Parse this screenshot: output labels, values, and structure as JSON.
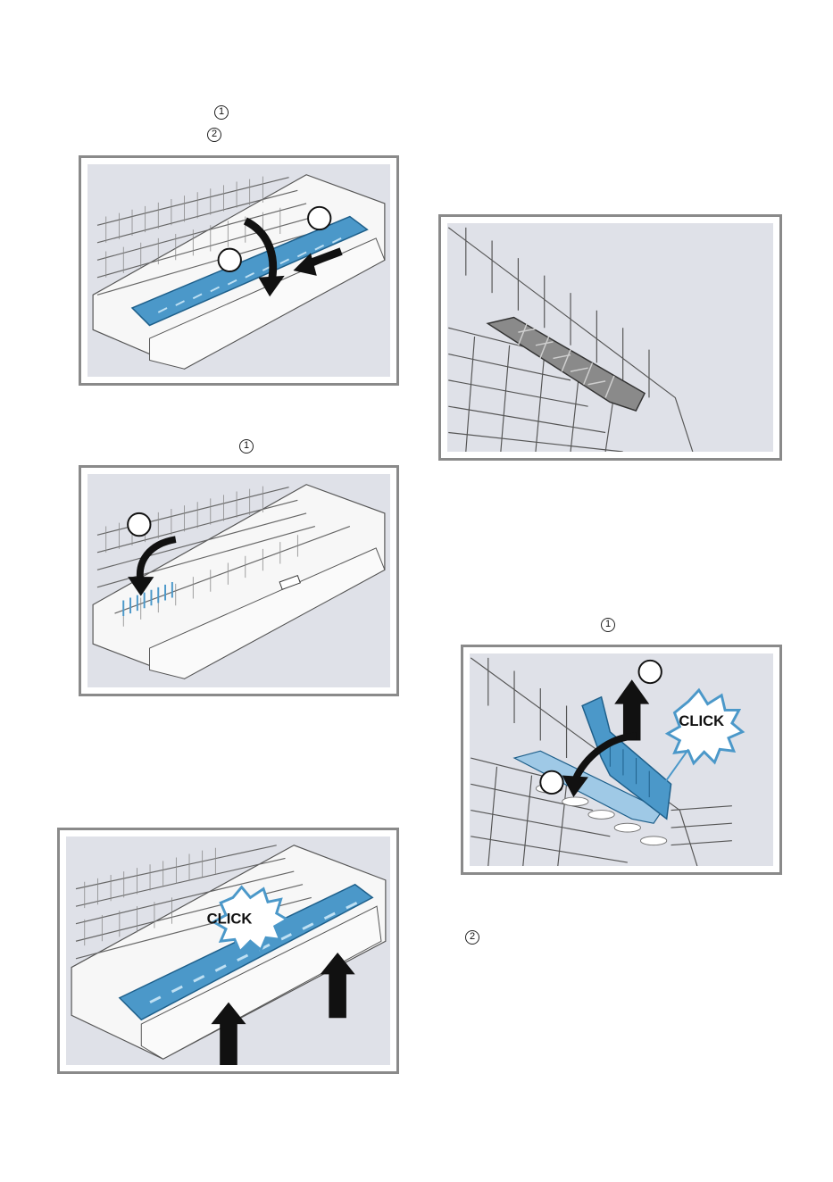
{
  "step_markers": {
    "m1": "1",
    "m2": "2",
    "m3": "1",
    "m4": "1",
    "m5": "2"
  },
  "figures": {
    "fig_a": {
      "callouts": [
        "",
        ""
      ]
    },
    "fig_b": {
      "callouts": [
        ""
      ]
    },
    "fig_c": {
      "click": "CLICK"
    },
    "fig_d": {},
    "fig_e": {
      "click": "CLICK",
      "callouts": [
        "",
        ""
      ]
    }
  },
  "colors": {
    "frame": "#8a8a8a",
    "background": "#dfe1e8",
    "part_blue": "#4b98c9",
    "rack": "#ffffff",
    "arrow": "#111111"
  }
}
